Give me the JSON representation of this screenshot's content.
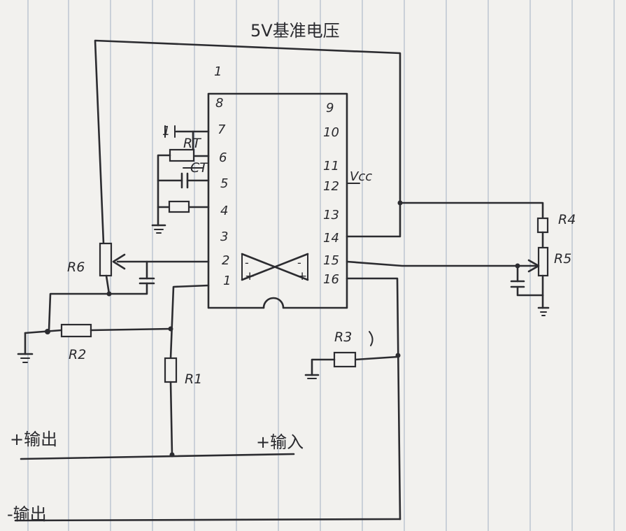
{
  "title": "5V基准电压",
  "chip": {
    "top_mark": "1",
    "left_pins": [
      "8",
      "7",
      "6",
      "5",
      "4",
      "3",
      "2",
      "1"
    ],
    "right_pins": [
      "9",
      "10",
      "11",
      "12",
      "13",
      "14",
      "15",
      "16"
    ],
    "vcc_label": "Vcc",
    "amp_minus_left": "-",
    "amp_plus_left": "+",
    "amp_minus_right": "-",
    "amp_plus_right": "+"
  },
  "components": {
    "rt": "RT",
    "ct": "CT",
    "r1": "R1",
    "r2": "R2",
    "r3": "R3",
    "r4": "R4",
    "r5": "R5",
    "r6": "R6"
  },
  "terminals": {
    "pos_output": "+输出",
    "neg_output": "-输出",
    "pos_input": "+输入"
  },
  "colors": {
    "ink": "#2c2c30",
    "paper": "#f2f1ee",
    "rules": "#b9c2cf"
  }
}
